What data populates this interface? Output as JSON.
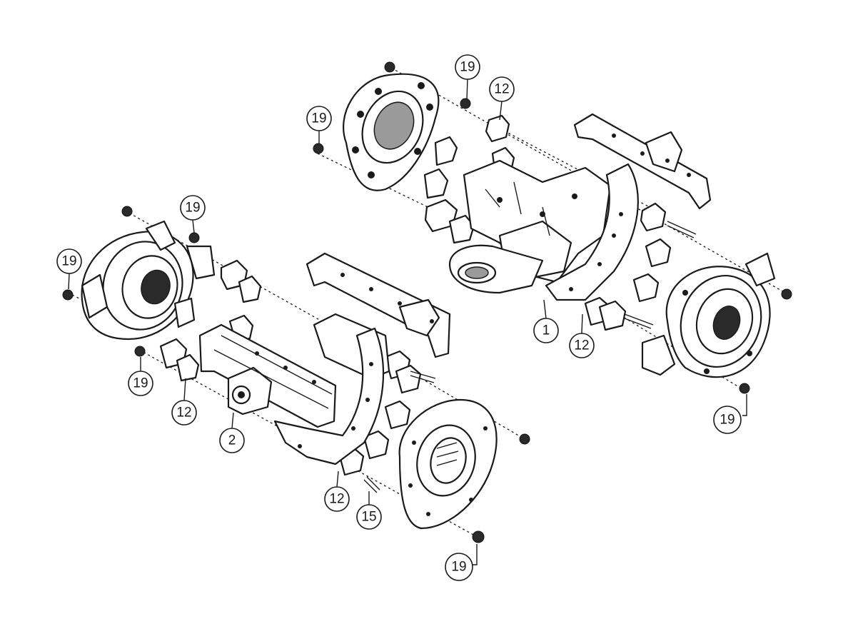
{
  "callouts": [
    {
      "id": "c19a",
      "label": "19"
    },
    {
      "id": "c12a",
      "label": "12"
    },
    {
      "id": "c19b",
      "label": "19"
    },
    {
      "id": "c1",
      "label": "1"
    },
    {
      "id": "c12b",
      "label": "12"
    },
    {
      "id": "c19c",
      "label": "19"
    },
    {
      "id": "c19d",
      "label": "19"
    },
    {
      "id": "c19e",
      "label": "19"
    },
    {
      "id": "c19f",
      "label": "19"
    },
    {
      "id": "c12c",
      "label": "12"
    },
    {
      "id": "c2",
      "label": "2"
    },
    {
      "id": "c12d",
      "label": "12"
    },
    {
      "id": "c15",
      "label": "15"
    },
    {
      "id": "c19g",
      "label": "19"
    }
  ]
}
